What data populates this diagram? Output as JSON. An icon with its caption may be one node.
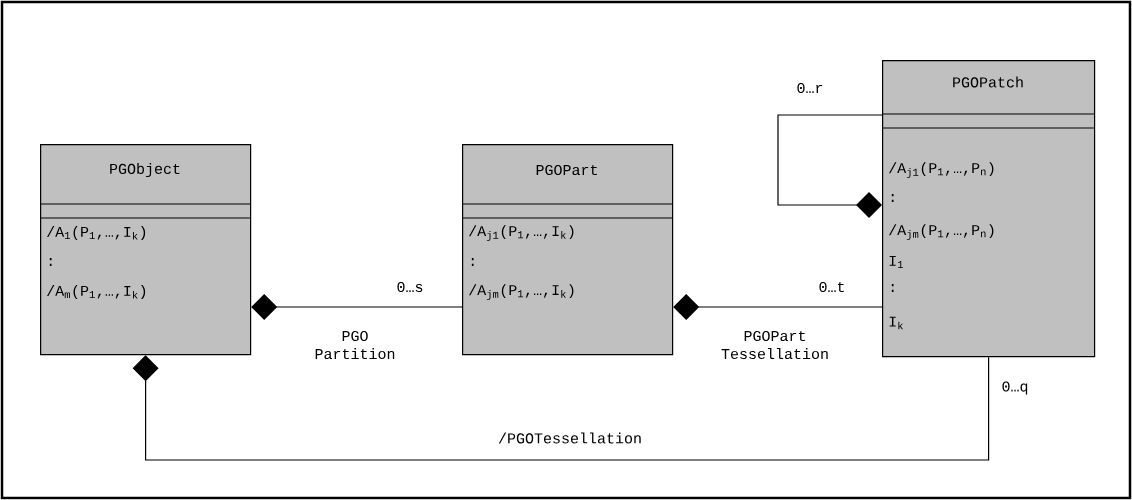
{
  "diagram": {
    "nodes": [
      {
        "text": [
          "PGObject",
          "/A$_{1}$(P$_{1}$,…,I$_{k}$)",
          ":",
          "/A$_{m}$(P$_{1}$,…,I$_{k}$)"
        ]
      },
      {
        "text": [
          "PGOPart",
          "/A$_{j1}$(P$_{1}$,…,I$_{k}$)",
          ":",
          "/A$_{jm}$(P$_{1}$,…,I$_{k}$)"
        ]
      },
      {
        "text": [
          "PGOPatch",
          "/A$_{j1}$(P$_{1}$,…,P$_{n}$)",
          ":",
          "/A$_{jm}$(P$_{1}$,…,P$_{n}$)",
          "I$_{1}$",
          ":",
          "I$_{k}$"
        ]
      }
    ],
    "edges": [
      {
        "from": 0,
        "to": 1,
        "arrow": "other",
        "label": "PGO Partition"
      },
      {
        "from": 1,
        "to": 2,
        "arrow": "other",
        "label": "PGOPart Tessellation"
      },
      {
        "from": 2,
        "to": 2,
        "arrow": "other"
      },
      {
        "from": 0,
        "to": 2,
        "arrow": "other",
        "label": "/PGOTessellation"
      }
    ],
    "labels": [
      "0…r",
      "0…s",
      "0…t",
      "0…q"
    ]
  }
}
